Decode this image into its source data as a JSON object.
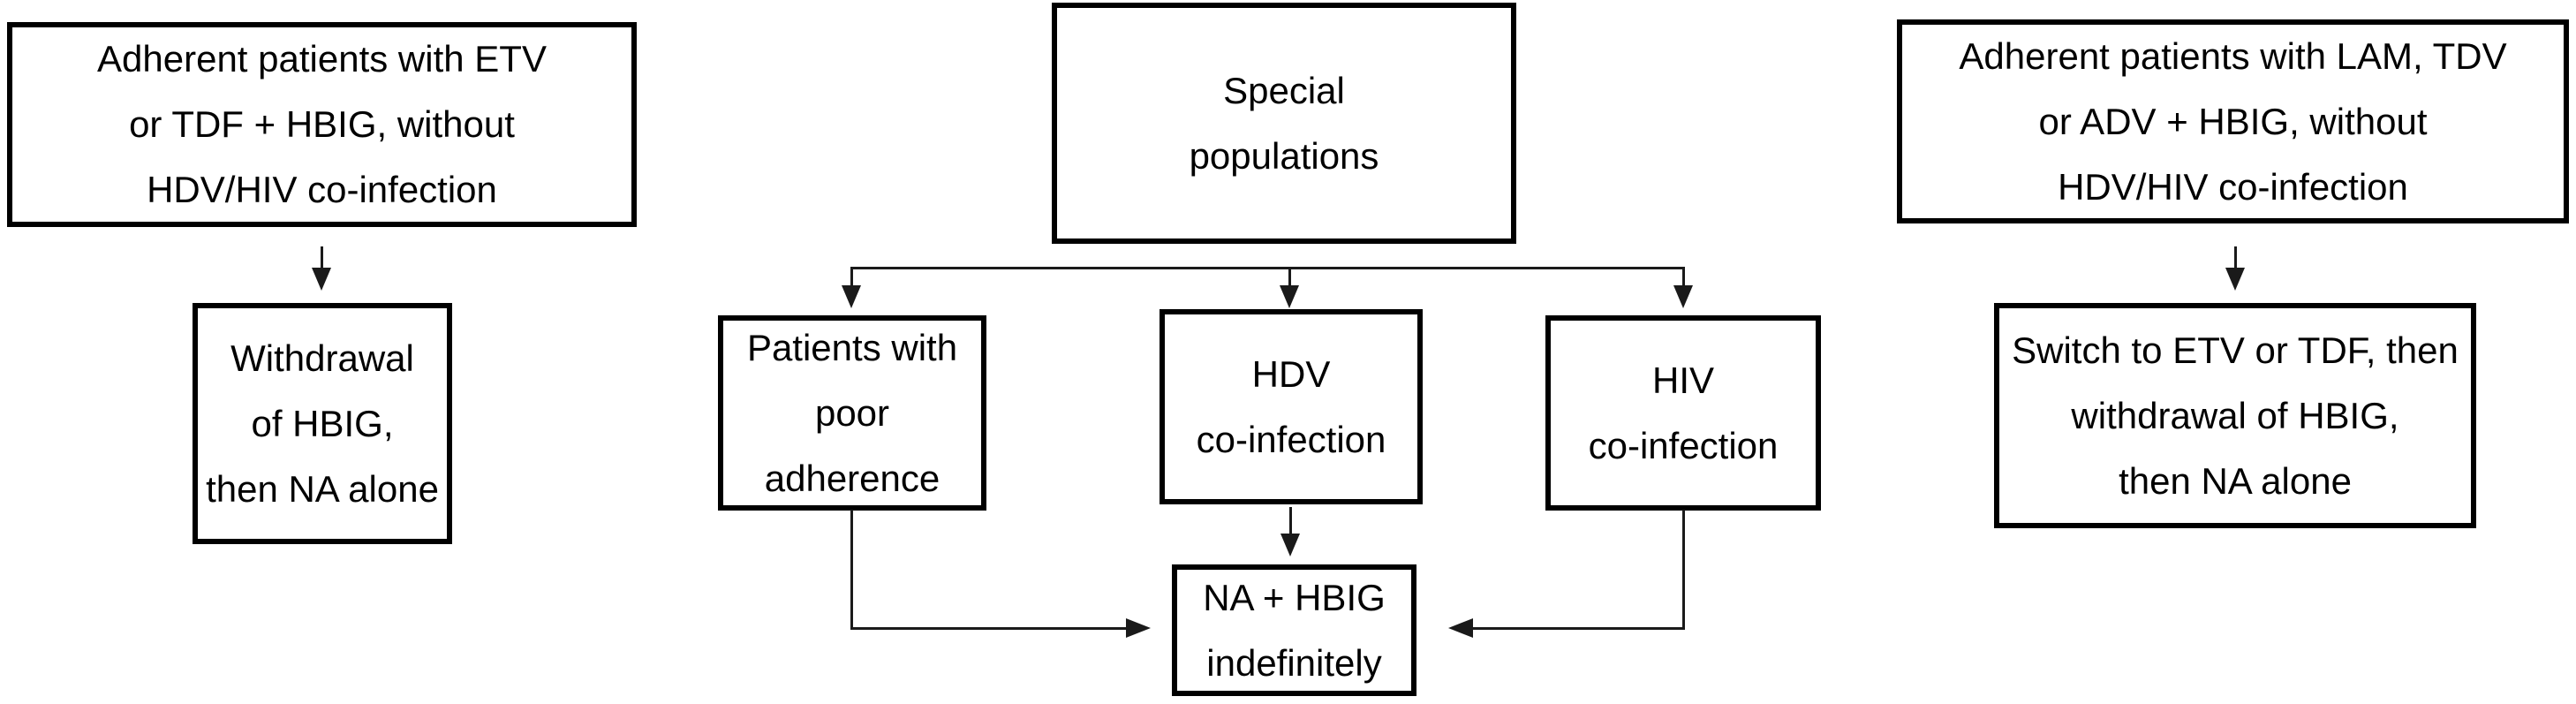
{
  "figure": {
    "type": "flowchart",
    "background_color": "#ffffff",
    "line_color": "#1a1a1a",
    "border_color": "#000000",
    "text_color": "#000000"
  },
  "nodes": {
    "adherent_etv": {
      "lines": [
        "Adherent patients with ETV",
        "or TDF + HBIG, without",
        "HDV/HIV co-infection"
      ]
    },
    "withdrawal": {
      "lines": [
        "Withdrawal",
        "of HBIG,",
        "then NA alone"
      ]
    },
    "special": {
      "lines": [
        "Special",
        "populations"
      ]
    },
    "poor_adherence": {
      "lines": [
        "Patients with",
        "poor",
        "adherence"
      ]
    },
    "hdv": {
      "lines": [
        "HDV",
        "co-infection"
      ]
    },
    "hiv": {
      "lines": [
        "HIV",
        "co-infection"
      ]
    },
    "na_hbig": {
      "lines": [
        "NA + HBIG",
        "indefinitely"
      ]
    },
    "adherent_lam": {
      "lines": [
        "Adherent patients with LAM, TDV",
        "or ADV + HBIG, without",
        "HDV/HIV co-infection"
      ]
    },
    "switch_etv_tdf": {
      "lines": [
        "Switch to ETV or TDF, then",
        "withdrawal of HBIG,",
        "then NA alone"
      ]
    }
  }
}
